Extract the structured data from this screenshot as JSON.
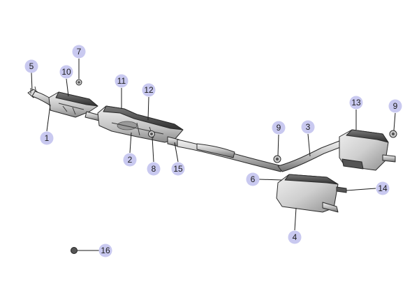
{
  "colors": {
    "callout_fill": "#c9c9f0",
    "callout_text": "#1a1a1a",
    "leader": "#1a1a1a",
    "part_light": "#e6e6e6",
    "part_mid": "#bdbdbd",
    "part_dark": "#3a3a3a",
    "heatshield_dark": "#4a4a4a"
  },
  "callouts": [
    {
      "id": "c1",
      "label": "1"
    },
    {
      "id": "c2",
      "label": "2"
    },
    {
      "id": "c3",
      "label": "3"
    },
    {
      "id": "c4",
      "label": "4"
    },
    {
      "id": "c5",
      "label": "5"
    },
    {
      "id": "c6",
      "label": "6"
    },
    {
      "id": "c7",
      "label": "7"
    },
    {
      "id": "c8",
      "label": "8"
    },
    {
      "id": "c9a",
      "label": "9"
    },
    {
      "id": "c9b",
      "label": "9"
    },
    {
      "id": "c10",
      "label": "10"
    },
    {
      "id": "c11",
      "label": "11"
    },
    {
      "id": "c12",
      "label": "12"
    },
    {
      "id": "c13",
      "label": "13"
    },
    {
      "id": "c14",
      "label": "14"
    },
    {
      "id": "c15",
      "label": "15"
    },
    {
      "id": "c16",
      "label": "16"
    }
  ]
}
